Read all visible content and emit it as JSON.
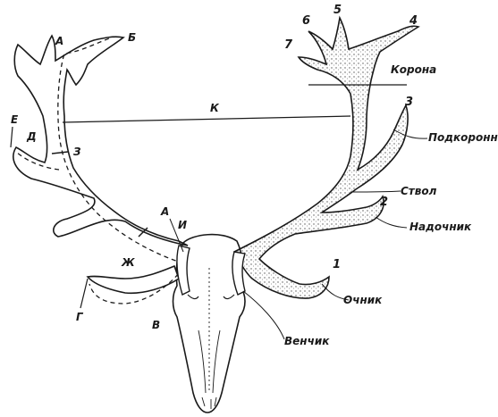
{
  "terms": {
    "crown": "Корона",
    "sub_crown": "Подкоронник",
    "trunk": "Ствол",
    "bez_tine": "Надочник",
    "brow_tine": "Очник",
    "burr": "Венчик"
  },
  "numbers": {
    "n1": "1",
    "n2": "2",
    "n3": "3",
    "n4": "4",
    "n5": "5",
    "n6": "6",
    "n7": "7"
  },
  "left_letters": {
    "a_top": "А",
    "b": "Б",
    "v": "В",
    "g": "Г",
    "d": "Д",
    "e": "Е",
    "zh": "Ж",
    "z": "З",
    "i": "И",
    "k": "К",
    "a_base": "А"
  },
  "colors": {
    "ink": "#1a1a1a",
    "stipple": "#555555",
    "paper": "#ffffff"
  }
}
